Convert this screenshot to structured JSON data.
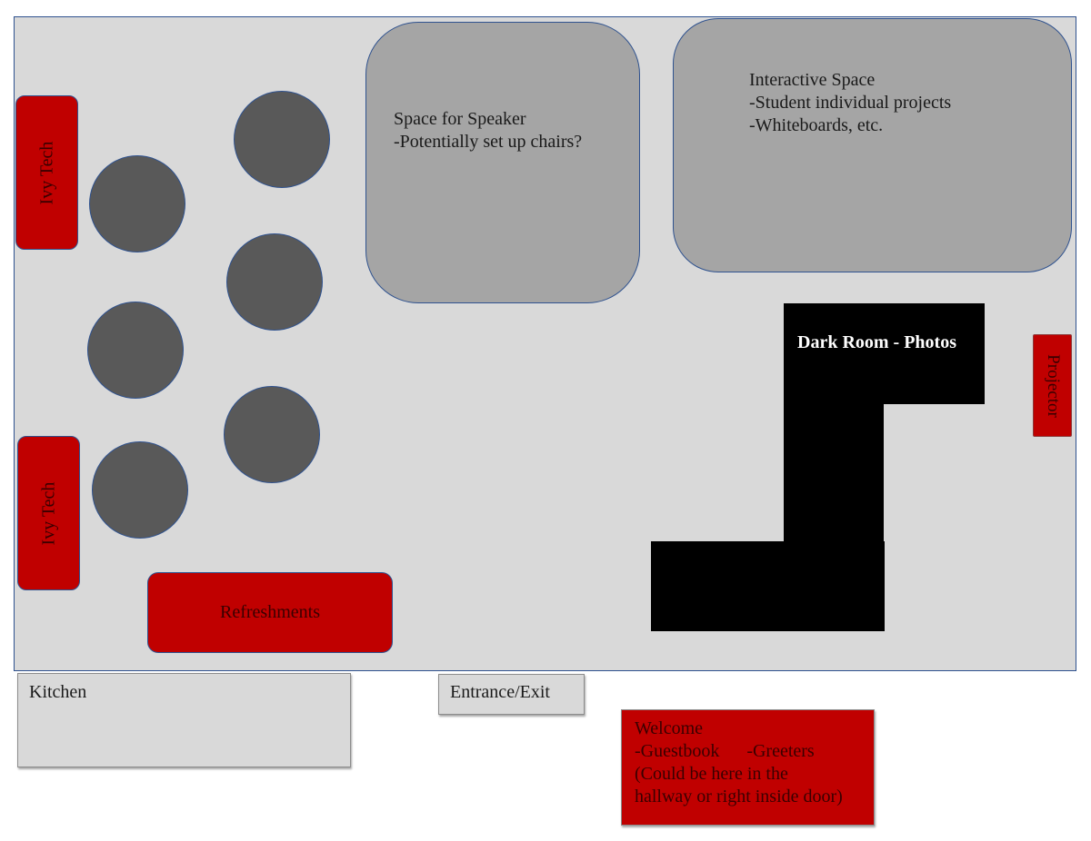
{
  "areas": {
    "speaker": {
      "title": "Space for Speaker",
      "note": "-Potentially set up chairs?"
    },
    "interactive": {
      "title": "Interactive Space",
      "line1": "-Student individual projects",
      "line2": "-Whiteboards, etc."
    }
  },
  "ivy_tech": {
    "top": "Ivy Tech",
    "bottom": "Ivy Tech"
  },
  "refreshments": "Refreshments",
  "dark_room": "Dark Room - Photos",
  "projector": "Projector",
  "kitchen": "Kitchen",
  "entrance": "Entrance/Exit",
  "welcome": {
    "line1": "Welcome",
    "line2": "-Guestbook      -Greeters",
    "line3": "(Could be here in the",
    "line4": "hallway or right inside door)"
  },
  "colors": {
    "floor": "#d9d9d9",
    "table": "#595959",
    "area": "#a5a5a5",
    "station_red": "#c00000",
    "dark_room": "#000000",
    "outline": "#2f528f"
  }
}
